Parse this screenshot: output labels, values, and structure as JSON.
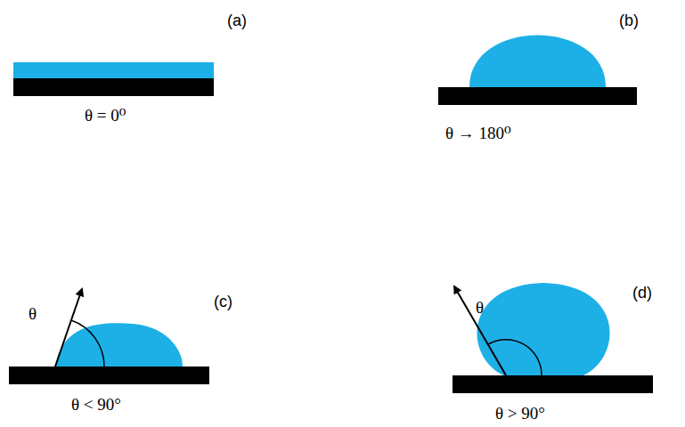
{
  "diagram": {
    "labels": [
      "(a)",
      "(b)",
      "θ = 0⁰",
      "θ → 180⁰",
      "θ",
      "(c)",
      "θ < 90°",
      "θ",
      "(d)",
      "θ > 90°"
    ]
  }
}
